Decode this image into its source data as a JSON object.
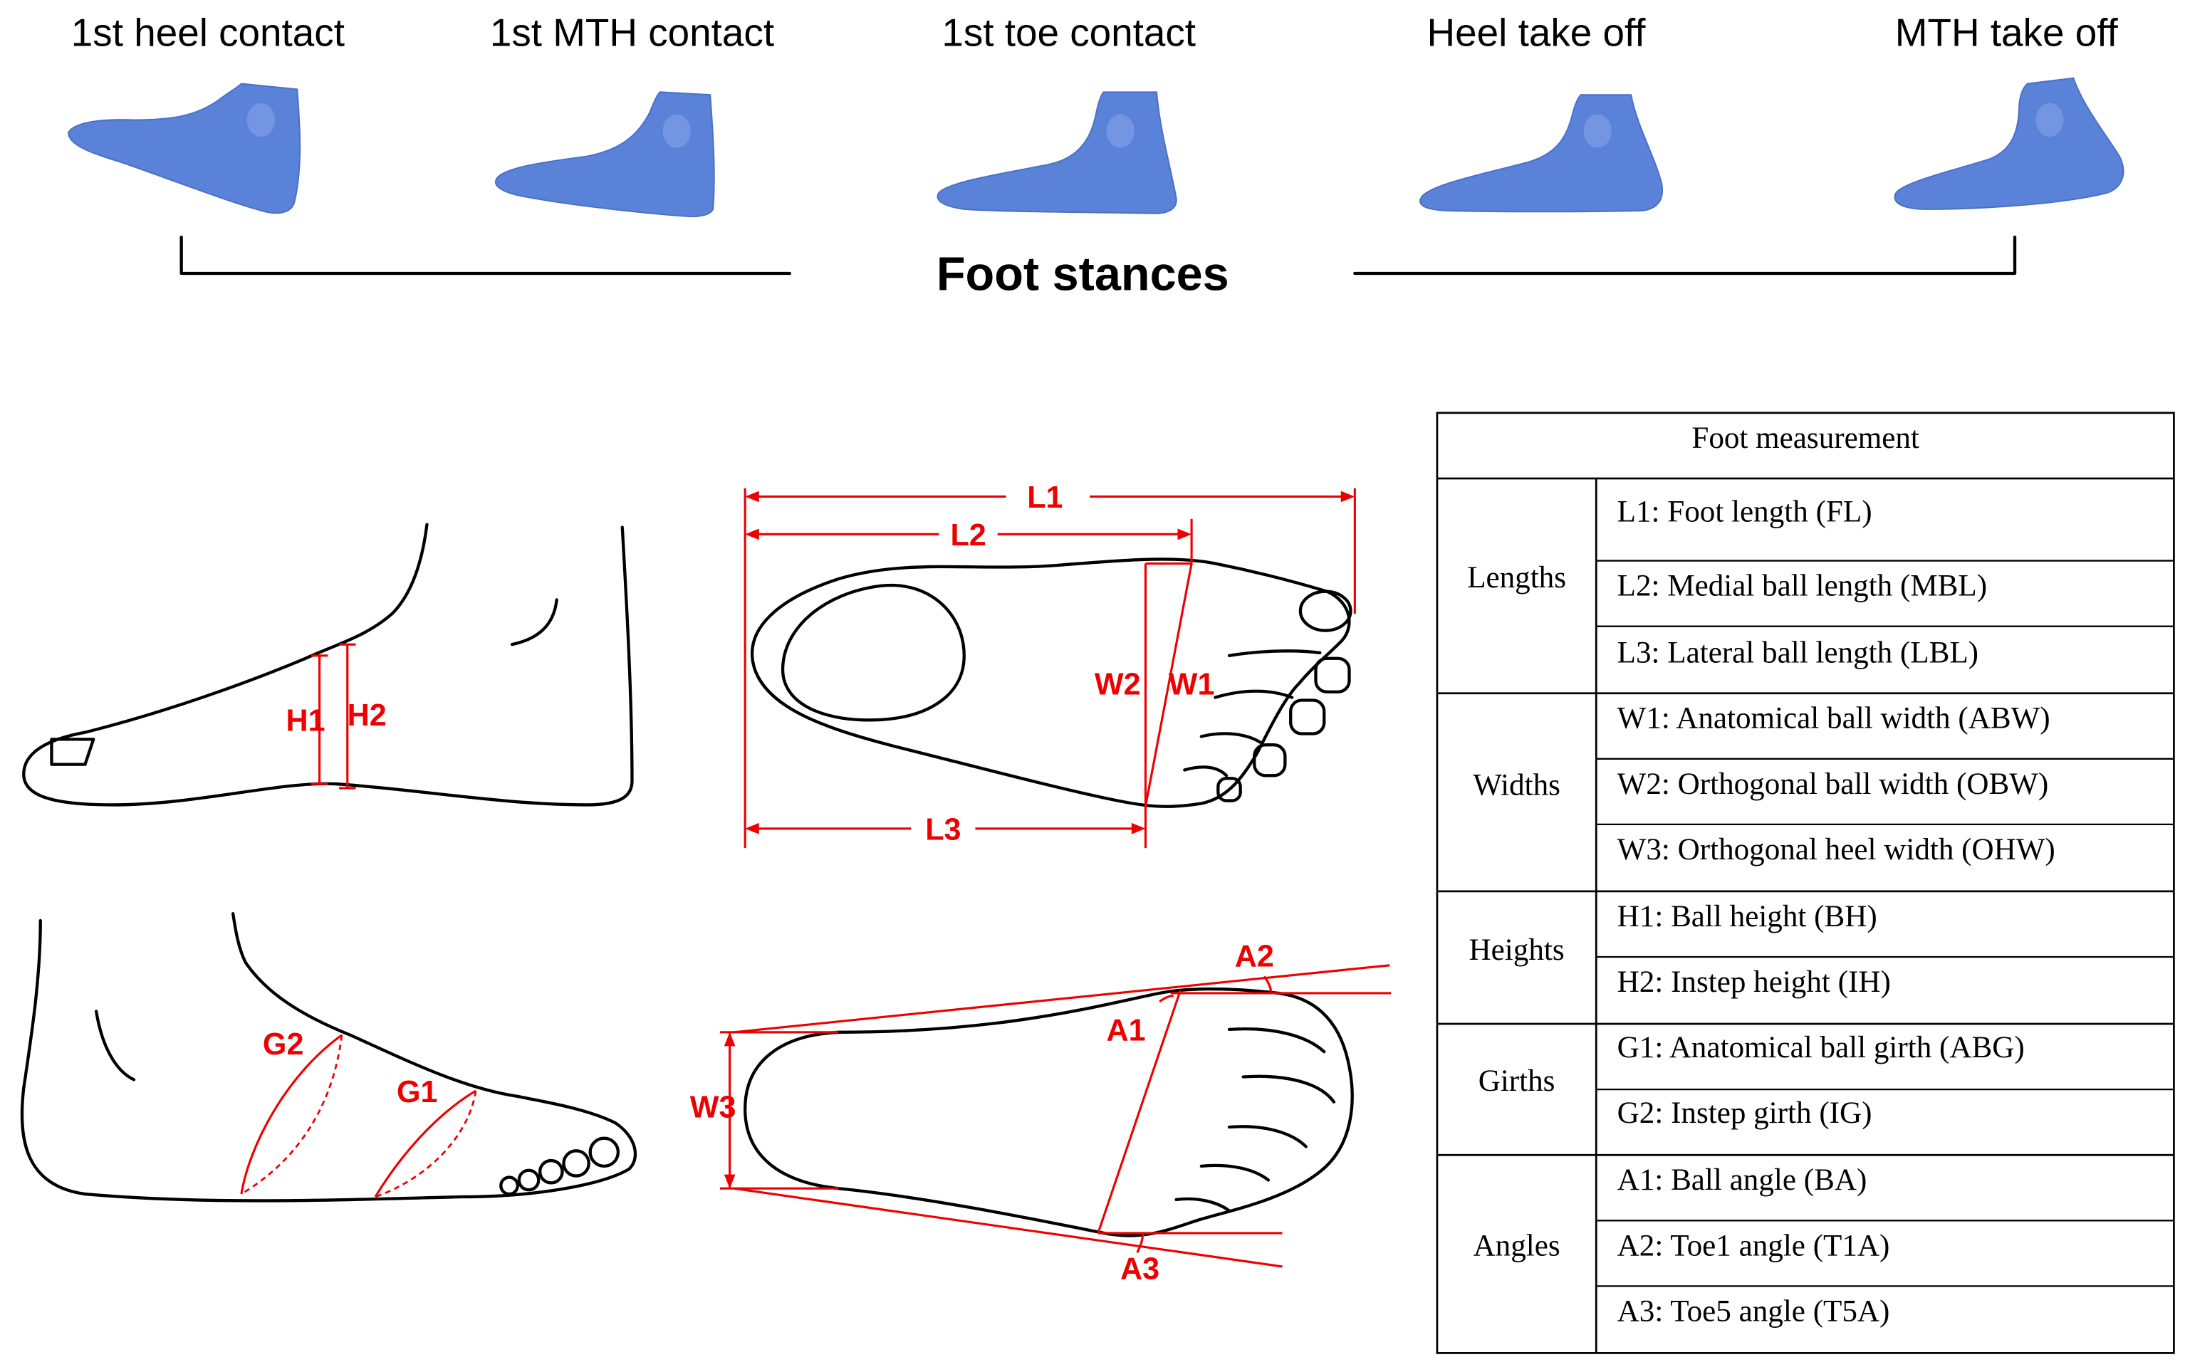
{
  "stances": {
    "title": "Foot stances",
    "items": [
      {
        "label": "1st heel contact"
      },
      {
        "label": "1st MTH contact"
      },
      {
        "label": "1st toe contact"
      },
      {
        "label": "Heel take off"
      },
      {
        "label": "MTH take off"
      }
    ]
  },
  "diagram_labels": {
    "L1": "L1",
    "L2": "L2",
    "L3": "L3",
    "W1": "W1",
    "W2": "W2",
    "W3": "W3",
    "H1": "H1",
    "H2": "H2",
    "G1": "G1",
    "G2": "G2",
    "A1": "A1",
    "A2": "A2",
    "A3": "A3"
  },
  "table": {
    "header": "Foot measurement",
    "groups": [
      {
        "name": "Lengths",
        "items": [
          "L1: Foot length (FL)",
          "L2: Medial ball length (MBL)",
          "L3: Lateral ball length (LBL)"
        ]
      },
      {
        "name": "Widths",
        "items": [
          "W1: Anatomical ball width (ABW)",
          "W2: Orthogonal ball width (OBW)",
          "W3: Orthogonal heel width (OHW)"
        ]
      },
      {
        "name": "Heights",
        "items": [
          "H1: Ball height (BH)",
          "H2: Instep height (IH)"
        ]
      },
      {
        "name": "Girths",
        "items": [
          "G1: Anatomical ball girth (ABG)",
          "G2: Instep girth (IG)"
        ]
      },
      {
        "name": "Angles",
        "items": [
          "A1: Ball angle (BA)",
          "A2: Toe1 angle (T1A)",
          "A3: Toe5 angle (T5A)"
        ]
      }
    ]
  },
  "colors": {
    "annotation": "#ee0000",
    "foot_model": "#5a82d8",
    "outline": "#000000"
  }
}
